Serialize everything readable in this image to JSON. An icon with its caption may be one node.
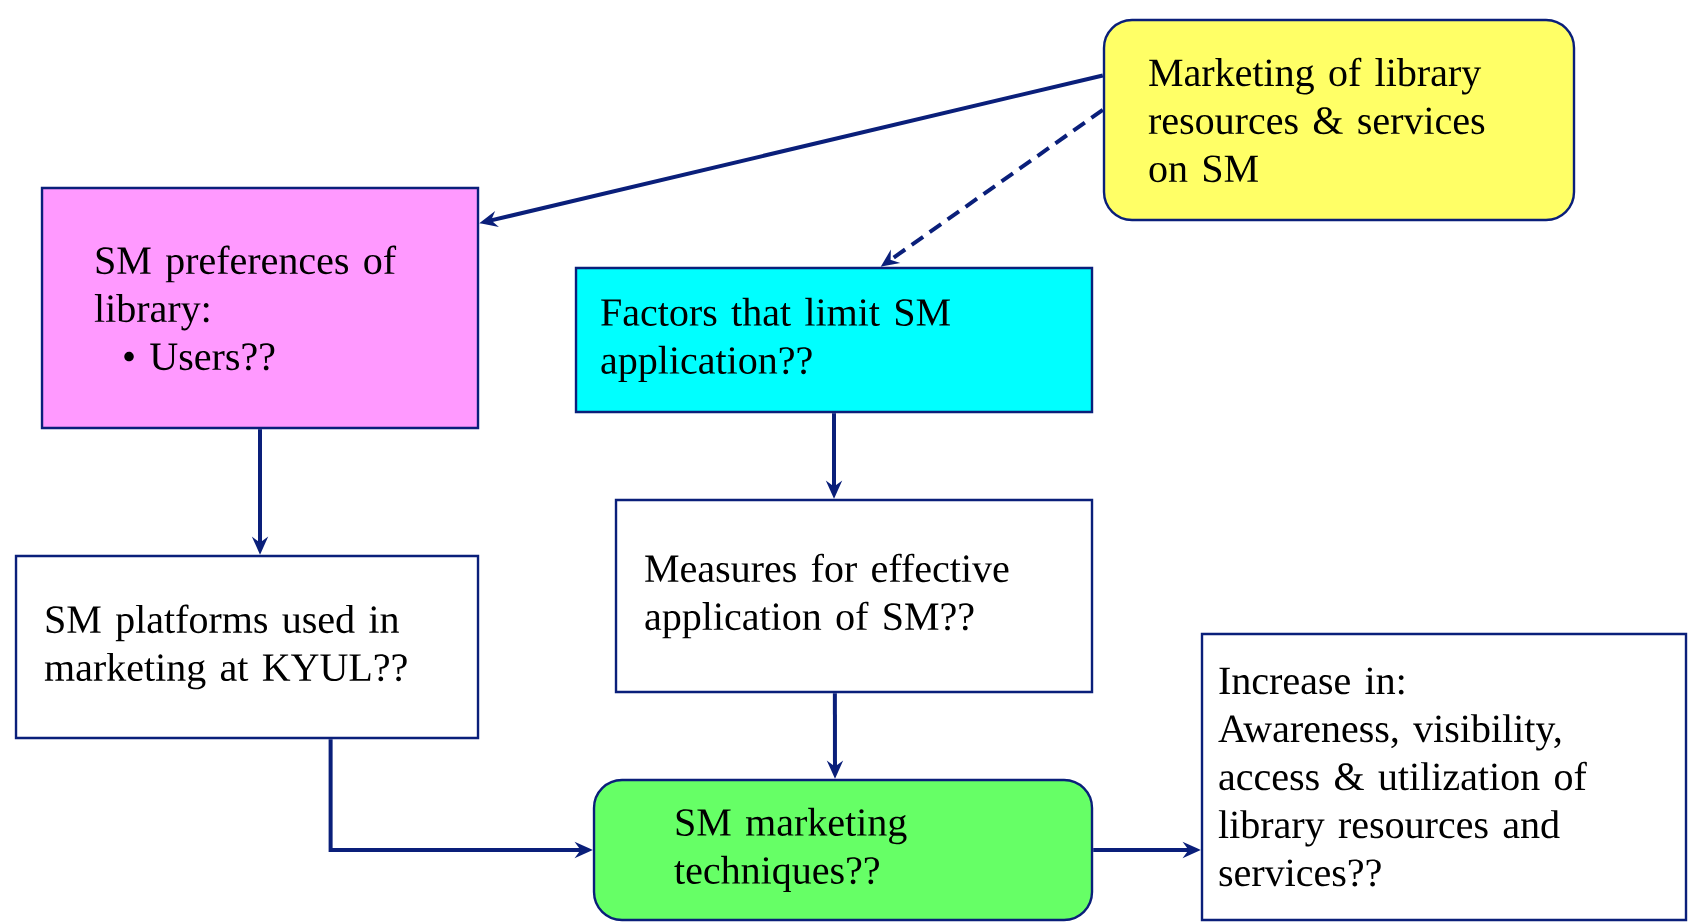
{
  "diagram": {
    "nodes": [
      {
        "text": [
          "Marketing of library resources & services on SM"
        ]
      },
      {
        "text": [
          "SM preferences of library:",
          "• Users??"
        ]
      },
      {
        "text": [
          "Factors that limit SM application??"
        ]
      },
      {
        "text": [
          "Measures for effective application of SM??"
        ]
      },
      {
        "text": [
          "SM platforms used in marketing at KYUL??"
        ]
      },
      {
        "text": [
          "SM marketing techniques??"
        ]
      },
      {
        "text": [
          "Increase in:",
          "Awareness, visibility, access & utilization of library resources and services??"
        ]
      }
    ],
    "edges": [
      {
        "from": 0,
        "to": 1,
        "arrow": "to"
      },
      {
        "from": 0,
        "to": 2,
        "arrow": "to",
        "style": "dashed"
      },
      {
        "from": 1,
        "to": 4,
        "arrow": "to"
      },
      {
        "from": 2,
        "to": 3,
        "arrow": "to"
      },
      {
        "from": 3,
        "to": 5,
        "arrow": "to"
      },
      {
        "from": 4,
        "to": 5,
        "arrow": "to"
      },
      {
        "from": 5,
        "to": 6,
        "arrow": "to"
      }
    ]
  }
}
